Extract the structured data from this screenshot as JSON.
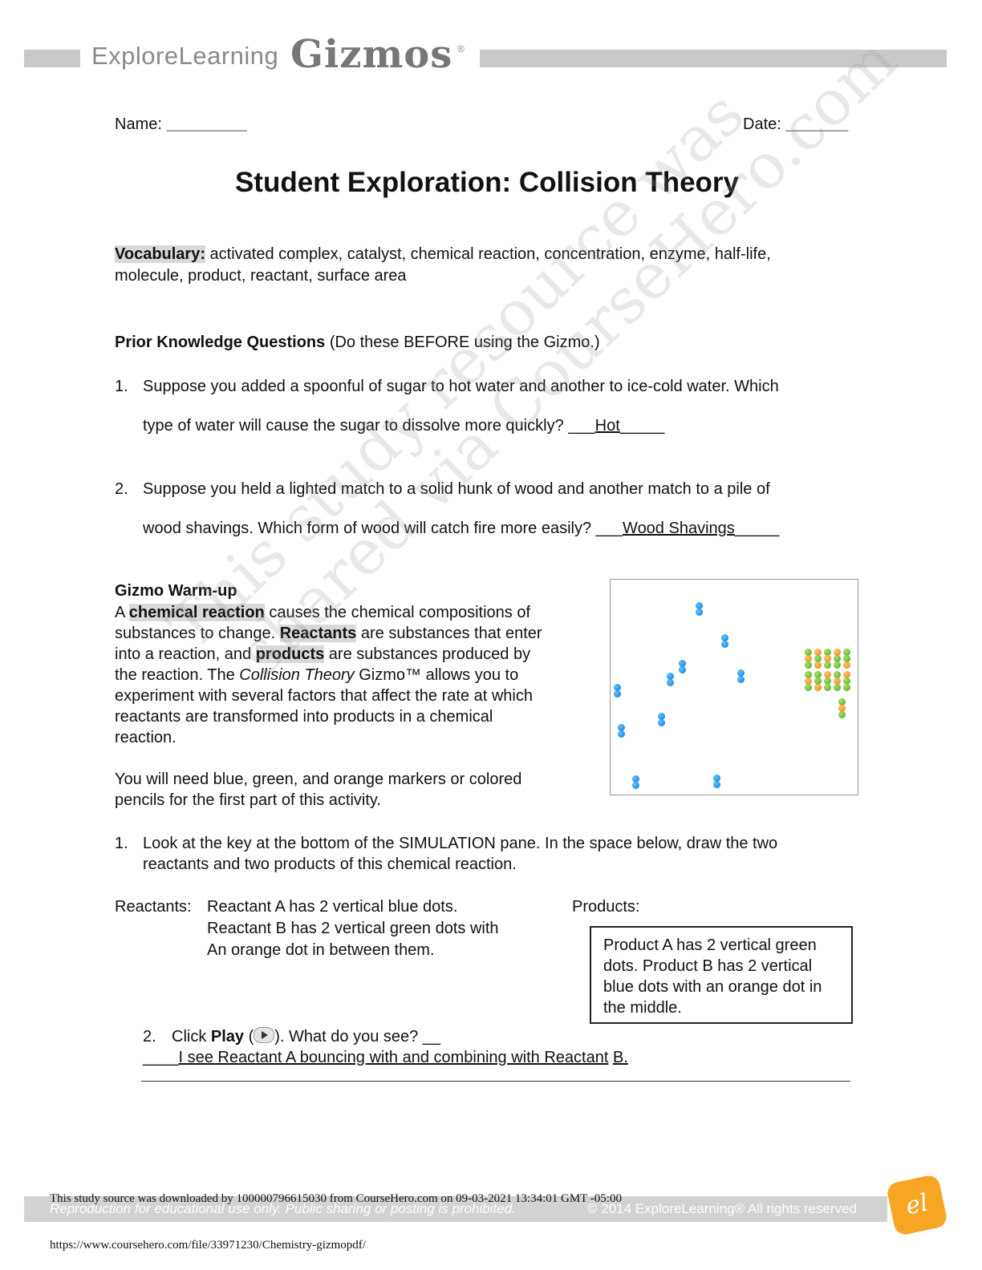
{
  "header": {
    "brand": "ExploreLearning",
    "brand_gizmos": "Gizmos",
    "reg_mark": "®"
  },
  "form": {
    "name_label": "Name:",
    "name_blank": "_________",
    "date_label": "Date:",
    "date_blank": "_______"
  },
  "title": "Student Exploration: Collision Theory",
  "vocabulary": {
    "label": "Vocabulary:",
    "line1": " activated complex, catalyst, chemical reaction, concentration, enzyme, half-life,",
    "line2": "molecule, product, reactant, surface area"
  },
  "prior": {
    "heading": "Prior Knowledge Questions",
    "note": " (Do these BEFORE using the Gizmo.)",
    "q1_num": "1.",
    "q1_line1": "Suppose you added a spoonful of sugar to hot water and another to ice-cold water. Which",
    "q1_line2": "type of water will cause the sugar to dissolve more quickly? ___",
    "q1_answer": "Hot",
    "q1_tail": "_____",
    "q2_num": "2.",
    "q2_line1": "Suppose you held a lighted match to a solid hunk of wood and another match to a pile of",
    "q2_line2": "wood shavings. Which form of wood will catch fire more easily? ___",
    "q2_answer": "Wood Shavings",
    "q2_tail": "_____"
  },
  "warmup": {
    "heading": "Gizmo Warm-up",
    "p1_l1_a": "A ",
    "p1_l1_term": "chemical reaction",
    "p1_l1_b": " causes the chemical compositions of",
    "p1_l2_a": "substances to change. ",
    "p1_l2_term": "Reactants",
    "p1_l2_b": " are substances that enter",
    "p1_l3_a": "into a reaction, and ",
    "p1_l3_term": "products",
    "p1_l3_b": " are substances produced by",
    "p1_l4_a": "the reaction. The ",
    "p1_l4_italic": "Collision Theory",
    "p1_l4_b": " Gizmo™ allows you to",
    "p1_l5": "experiment with several factors that affect the rate at which",
    "p1_l6": "reactants are transformed into products in a chemical",
    "p1_l7": "reaction.",
    "p2_l1": "You will need blue, green, and orange markers or colored",
    "p2_l2": "pencils for the first part of this activity.",
    "q1_num": "1.",
    "q1_l1": "Look at the key at the bottom of the SIMULATION pane. In the space below, draw the two",
    "q1_l2": "reactants and two products of this chemical reaction.",
    "reactants_label": "Reactants:",
    "reactants_l1": "Reactant A has 2 vertical blue dots.",
    "reactants_l2": "Reactant B has 2 vertical green dots with",
    "reactants_l3": "An orange dot in between them.",
    "products_label": "Products:",
    "products_box": [
      "Product A has 2 vertical green",
      "dots. Product B has 2 vertical",
      "blue dots with an orange dot in",
      "the middle."
    ],
    "q2_num": "2.",
    "q2_a": "Click ",
    "q2_bold": "Play",
    "q2_b": " (",
    "q2_c": "). What do you see? __",
    "q2_answer_lead": "____",
    "q2_answer": "I see Reactant A bouncing with and combining with Reactant",
    "q2_answer_end": "B."
  },
  "watermark": {
    "line1": "This study resource was",
    "line2": "shared via CourseHero.com"
  },
  "footer": {
    "source_note": "This study source was downloaded by 100000796615030 from CourseHero.com on 09-03-2021 13:34:01 GMT -05:00",
    "left_text": "Reproduction for educational use only. Public sharing or posting is prohibited.",
    "right_text": "© 2014 ExploreLearning® All rights reserved",
    "logo_text": "el",
    "url": "https://www.coursehero.com/file/33971230/Chemistry-gizmopdf/"
  },
  "colors": {
    "reactant_a": "#1a8ee6",
    "reactant_b_end": "#5cb82a",
    "reactant_b_mid": "#f08c16"
  }
}
